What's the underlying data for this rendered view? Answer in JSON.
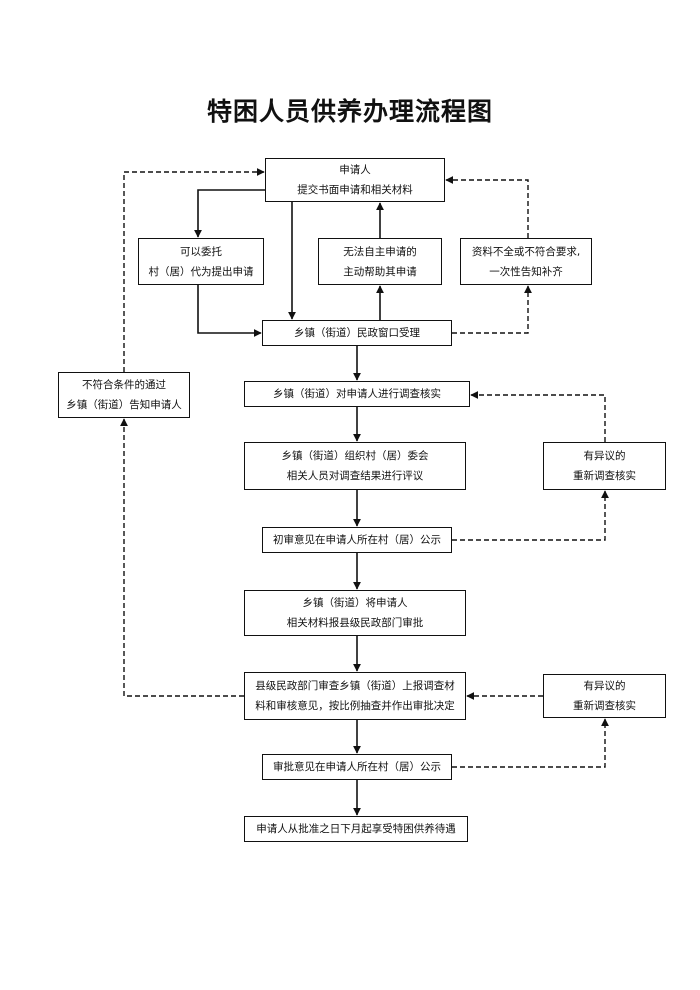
{
  "title": "特困人员供养办理流程图",
  "boxes": {
    "applicant": {
      "line1": "申请人",
      "line2": "提交书面申请和相关材料"
    },
    "entrust": {
      "line1": "可以委托",
      "line2": "村（居）代为提出申请"
    },
    "assist": {
      "line1": "无法自主申请的",
      "line2": "主动帮助其申请"
    },
    "incomplete": {
      "line1": "资料不全或不符合要求,",
      "line2": "一次性告知补齐"
    },
    "window": {
      "line1": "乡镇（街道）民政窗口受理"
    },
    "reject": {
      "line1": "不符合条件的通过",
      "line2": "乡镇（街道）告知申请人"
    },
    "investigate": {
      "line1": "乡镇（街道）对申请人进行调查核实"
    },
    "review": {
      "line1": "乡镇（街道）组织村（居）委会",
      "line2": "相关人员对调查结果进行评议"
    },
    "objection1": {
      "line1": "有异议的",
      "line2": "重新调查核实"
    },
    "prelim_notice": {
      "line1": "初审意见在申请人所在村（居）公示"
    },
    "submit": {
      "line1": "乡镇（街道）将申请人",
      "line2": "相关材料报县级民政部门审批"
    },
    "county": {
      "line1": "县级民政部门审查乡镇（街道）上报调查材",
      "line2": "料和审核意见，按比例抽查并作出审批决定"
    },
    "objection2": {
      "line1": "有异议的",
      "line2": "重新调查核实"
    },
    "approval_notice": {
      "line1": "审批意见在申请人所在村（居）公示"
    },
    "benefit": {
      "line1": "申请人从批准之日下月起享受特困供养待遇"
    }
  }
}
